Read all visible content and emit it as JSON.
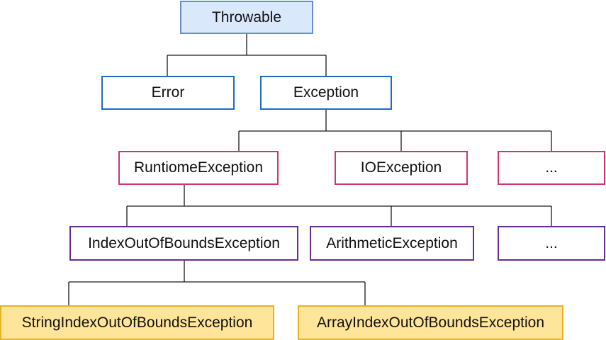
{
  "colors": {
    "connector": "#1a1a1a",
    "root_fill": "#dae8fc",
    "root_border": "#6c8ebf",
    "level1_border": "#1f6cc1",
    "level2_border": "#d6336c",
    "level3_border": "#6a2c91",
    "level4_fill": "#ffe599",
    "level4_border": "#e6b325"
  },
  "nodes": {
    "throwable": "Throwable",
    "error": "Error",
    "exception": "Exception",
    "runtime": "RuntiomeException",
    "io": "IOException",
    "more_exceptions": "...",
    "index_out_of_bounds": "IndexOutOfBoundsException",
    "arithmetic": "ArithmeticException",
    "more_runtime": "...",
    "string_index": "StringIndexOutOfBoundsException",
    "array_index": "ArrayIndexOutOfBoundsException"
  },
  "hierarchy": [
    {
      "parent": "Throwable",
      "children": [
        "Error",
        "Exception"
      ]
    },
    {
      "parent": "Exception",
      "children": [
        "RuntiomeException",
        "IOException",
        "..."
      ]
    },
    {
      "parent": "RuntiomeException",
      "children": [
        "IndexOutOfBoundsException",
        "ArithmeticException",
        "..."
      ]
    },
    {
      "parent": "IndexOutOfBoundsException",
      "children": [
        "StringIndexOutOfBoundsException",
        "ArrayIndexOutOfBoundsException"
      ]
    }
  ]
}
